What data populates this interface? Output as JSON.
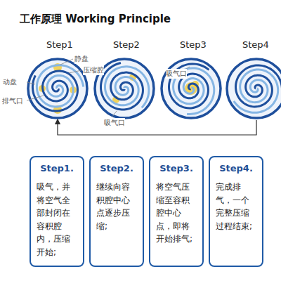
{
  "diagram": {
    "title": "工作原理 Working Principle",
    "nodes": [
      {
        "text": [
          "Step1.",
          "吸气，并将空气全部封闭在容积腔内，压缩开始;"
        ]
      },
      {
        "text": [
          "Step2.",
          "继续向容积腔中心点逐步压缩;"
        ]
      },
      {
        "text": [
          "Step3.",
          "将空气压缩至容积腔中心点，即将开始排气;"
        ]
      },
      {
        "text": [
          "Step4.",
          "完成排气，一个完整压缩过程结束;"
        ]
      }
    ],
    "labels": [
      "Step1",
      "Step2",
      "Step3",
      "Step4",
      "静盘",
      "压缩腔",
      "动盘",
      "排气口",
      "吸气口",
      "吸气口"
    ]
  }
}
